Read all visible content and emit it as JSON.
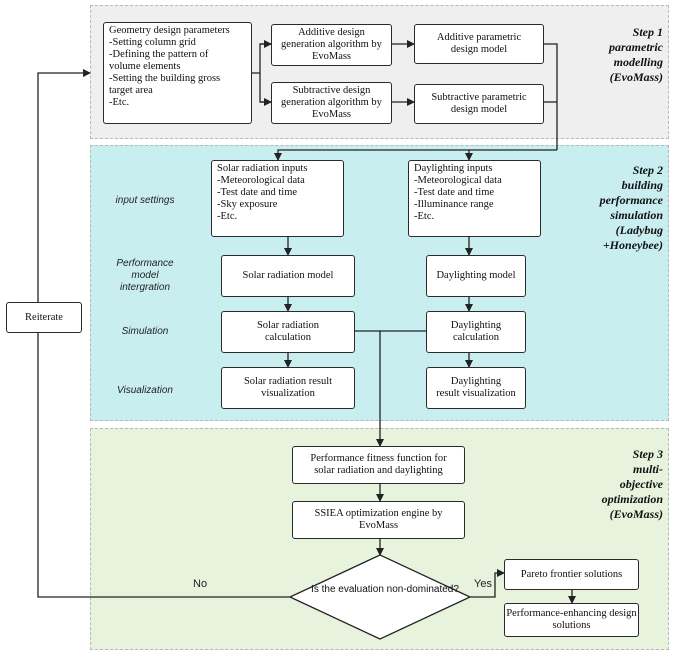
{
  "steps": {
    "step1": [
      "Step 1",
      "parametric",
      "modelling",
      "(EvoMass)"
    ],
    "step2": [
      "Step 2",
      "building",
      "performance",
      "simulation",
      "(Ladybug",
      "+Honeybee)"
    ],
    "step3": [
      "Step 3",
      "multi-",
      "objective",
      "optimization",
      "(EvoMass)"
    ]
  },
  "boxes": {
    "geometry": [
      "Geometry design parameters",
      "-Setting column grid",
      "-Defining the pattern of",
      "volume elements",
      "-Setting the building  gross",
      "target area",
      "-Etc."
    ],
    "additive_algo": [
      "Additive design",
      "generation algorithm by",
      "EvoMass"
    ],
    "subtractive_algo": [
      "Subtractive design",
      "generation algorithm by",
      "EvoMass"
    ],
    "additive_model": [
      "Additive parametric",
      "design model"
    ],
    "subtractive_model": [
      "Subtractive parametric",
      "design model"
    ],
    "solar_inputs": [
      "Solar radiation inputs",
      "-Meteorological data",
      "-Test date and time",
      "-Sky exposure",
      "-Etc."
    ],
    "daylight_inputs": [
      "Daylighting inputs",
      "-Meteorological data",
      "-Test date and time",
      "-Illuminance range",
      "-Etc."
    ],
    "solar_model": [
      "Solar radiation model"
    ],
    "daylight_model": [
      "Daylighting model"
    ],
    "solar_calc": [
      "Solar radiation",
      "calculation"
    ],
    "daylight_calc": [
      "Daylighting",
      "calculation"
    ],
    "solar_vis": [
      "Solar radiation result",
      "visualization"
    ],
    "daylight_vis": [
      "Daylighting",
      "result visualization"
    ],
    "fitness": [
      "Performance fitness function for",
      "solar radiation and daylighting"
    ],
    "ssiea": [
      "SSIEA optimization engine by",
      "EvoMass"
    ],
    "pareto": [
      "Pareto frontier solutions"
    ],
    "enhancing": [
      "Performance-enhancing design",
      "solutions"
    ],
    "reiterate": [
      "Reiterate"
    ]
  },
  "decision": [
    "Is the evaluation non-dominated?"
  ],
  "row_labels": {
    "input": [
      "input settings"
    ],
    "integration": [
      "Performance",
      "model",
      "intergration"
    ],
    "simulation": [
      "Simulation"
    ],
    "visualization": [
      "Visualization"
    ]
  },
  "edges": {
    "no": "No",
    "yes": "Yes"
  }
}
